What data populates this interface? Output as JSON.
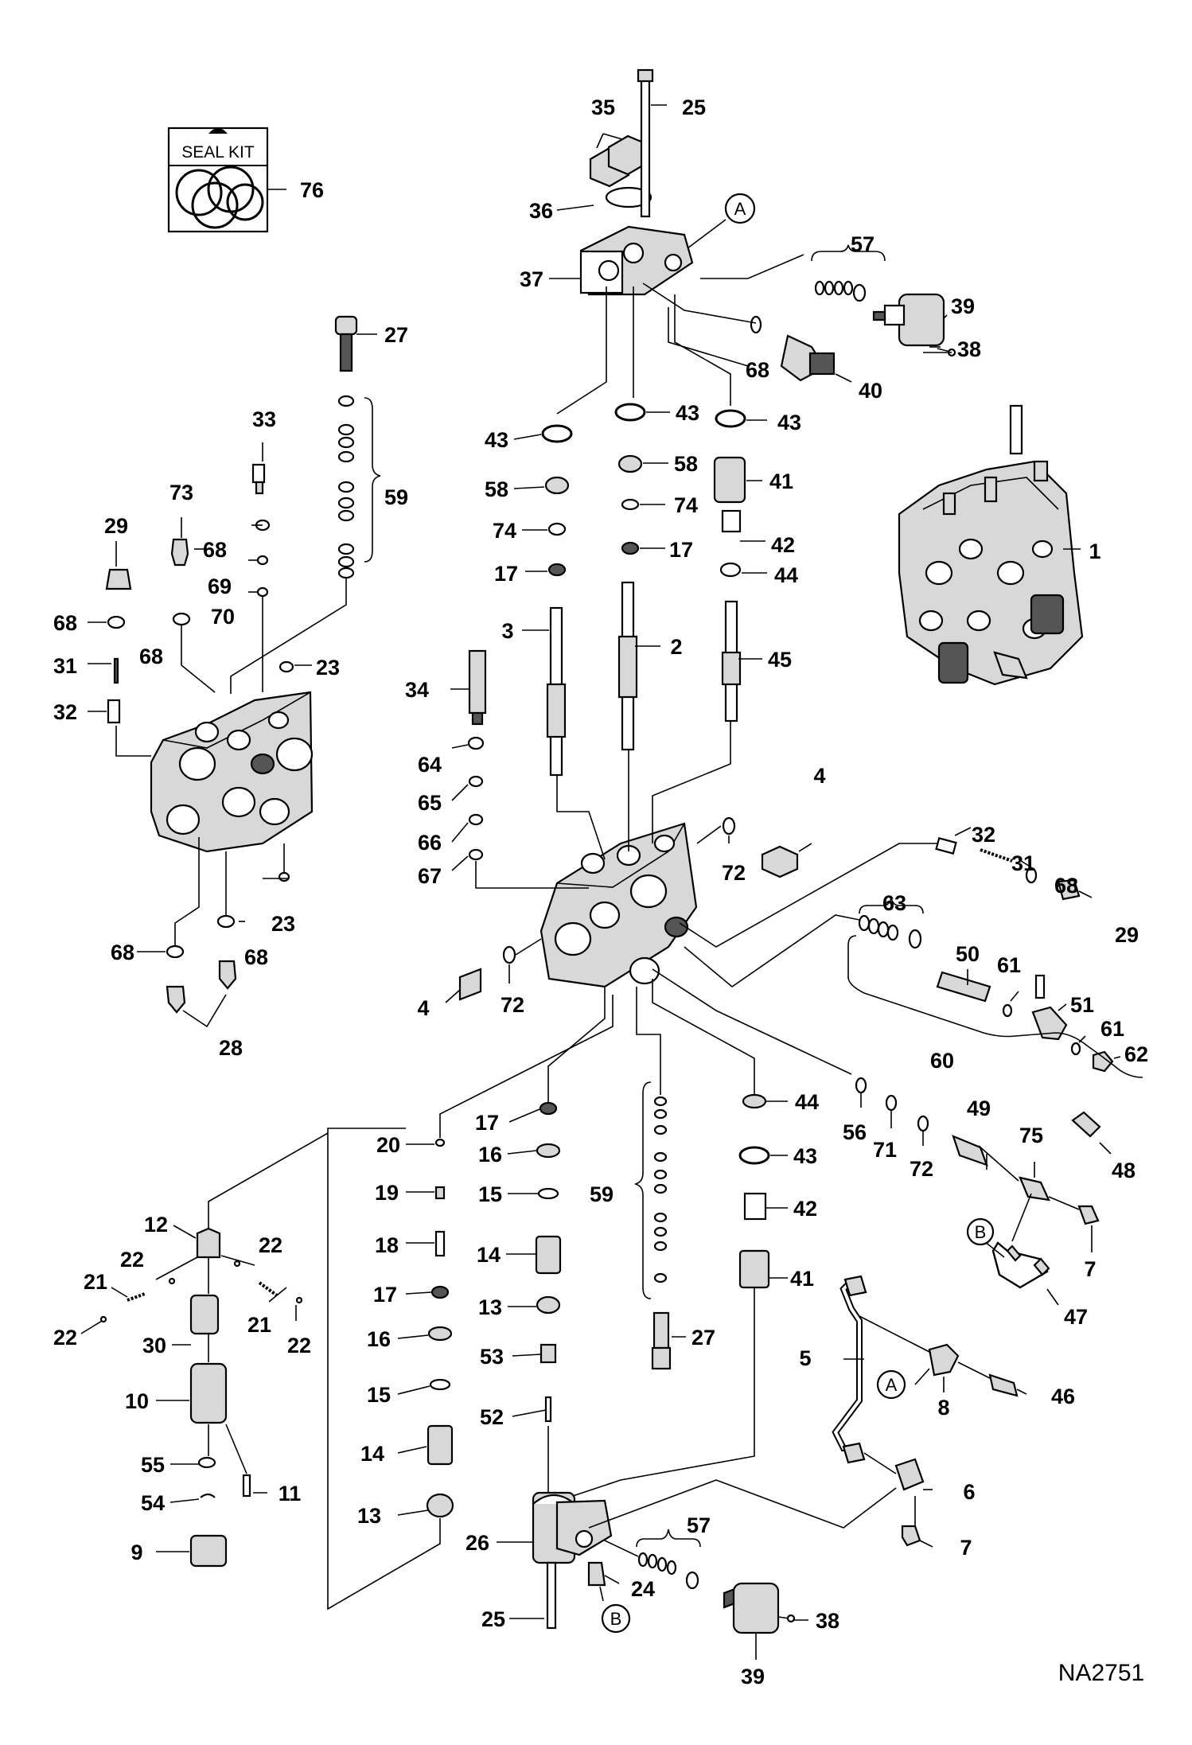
{
  "seal_kit": {
    "text": "SEAL KIT"
  },
  "diagram_code": "NA2751",
  "ref_a": "A",
  "ref_b": "B",
  "labels": {
    "l76": "76",
    "l35": "35",
    "l25a": "25",
    "l36": "36",
    "l37": "37",
    "l57a": "57",
    "l39a": "39",
    "l38a": "38",
    "l68a": "68",
    "l40": "40",
    "l27a": "27",
    "l59a": "59",
    "l33": "33",
    "l73": "73",
    "l29a": "29",
    "l68b": "68",
    "l69": "69",
    "l70": "70",
    "l68c": "68",
    "l68d": "68",
    "l31a": "31",
    "l32a": "32",
    "l23a": "23",
    "l23b": "23",
    "l68e": "68",
    "l68f": "68",
    "l28": "28",
    "l43a": "43",
    "l43b": "43",
    "l43c": "43",
    "l58a": "58",
    "l58b": "58",
    "l41a": "41",
    "l74a": "74",
    "l74b": "74",
    "l42a": "42",
    "l17a": "17",
    "l17b": "17",
    "l44a": "44",
    "l3": "3",
    "l2": "2",
    "l45": "45",
    "l34": "34",
    "l64": "64",
    "l65": "65",
    "l66": "66",
    "l67": "67",
    "l4a": "4",
    "l72a": "72",
    "l4b": "4",
    "l72b": "72",
    "l1": "1",
    "l32b": "32",
    "l31b": "31",
    "l68g": "68",
    "l29b": "29",
    "l63": "63",
    "l50": "50",
    "l61a": "61",
    "l51": "51",
    "l61b": "61",
    "l60": "60",
    "l62": "62",
    "l20": "20",
    "l17c": "17",
    "l16a": "16",
    "l15a": "15",
    "l19": "19",
    "l18": "18",
    "l14a": "14",
    "l17d": "17",
    "l16b": "16",
    "l15b": "15",
    "l14b": "14",
    "l13a": "13",
    "l13b": "13",
    "l53": "53",
    "l52": "52",
    "l59b": "59",
    "l27b": "27",
    "l44b": "44",
    "l43d": "43",
    "l42b": "42",
    "l41b": "41",
    "l56": "56",
    "l71": "71",
    "l72c": "72",
    "l49": "49",
    "l75": "75",
    "l48": "48",
    "l7a": "7",
    "l47": "47",
    "l5": "5",
    "l8": "8",
    "l46": "46",
    "l6": "6",
    "l7b": "7",
    "l12": "12",
    "l22a": "22",
    "l22b": "22",
    "l21a": "21",
    "l22c": "22",
    "l30": "30",
    "l21b": "21",
    "l22d": "22",
    "l10": "10",
    "l11": "11",
    "l55": "55",
    "l54": "54",
    "l9": "9",
    "l26": "26",
    "l57b": "57",
    "l24": "24",
    "l38b": "38",
    "l25b": "25",
    "l39b": "39"
  }
}
